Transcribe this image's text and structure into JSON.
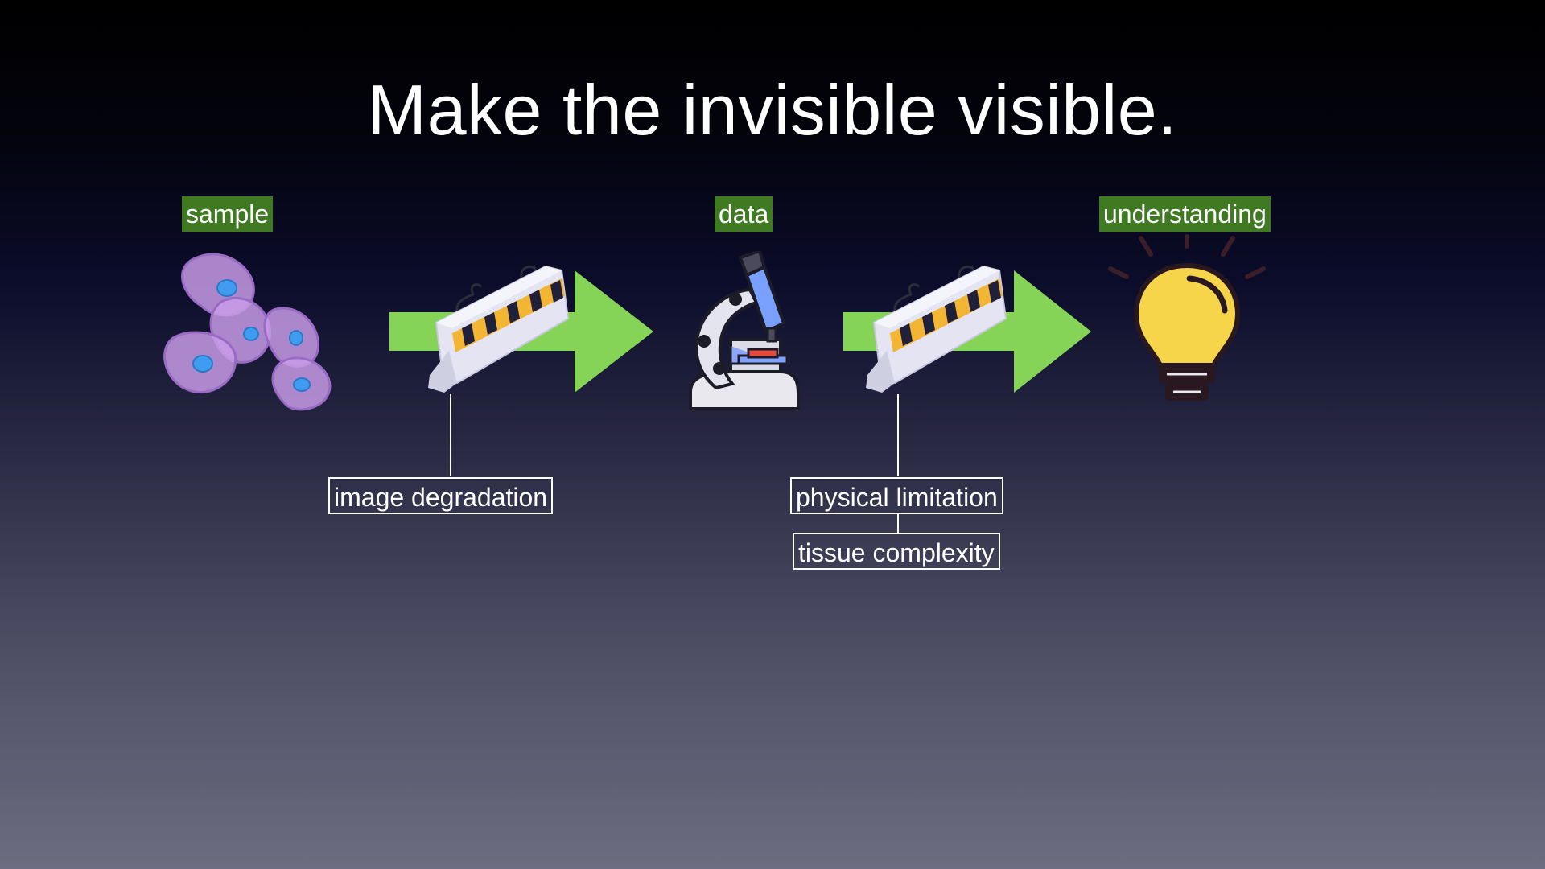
{
  "slide": {
    "title": "Make the invisible visible."
  },
  "stages": {
    "sample": "sample",
    "data": "data",
    "understanding": "understanding"
  },
  "obstacles": {
    "first": [
      "image degradation"
    ],
    "second": [
      "physical limitation",
      "tissue complexity"
    ]
  },
  "colors": {
    "stage_label_bg": "#3f7a23",
    "arrow": "#85d357",
    "cell": "#c89be6",
    "nucleus": "#3f9cf0",
    "bulb": "#f7d54a"
  },
  "icons": [
    "cells-icon",
    "barrier-icon",
    "arrow-right-icon",
    "microscope-icon",
    "lightbulb-icon"
  ]
}
